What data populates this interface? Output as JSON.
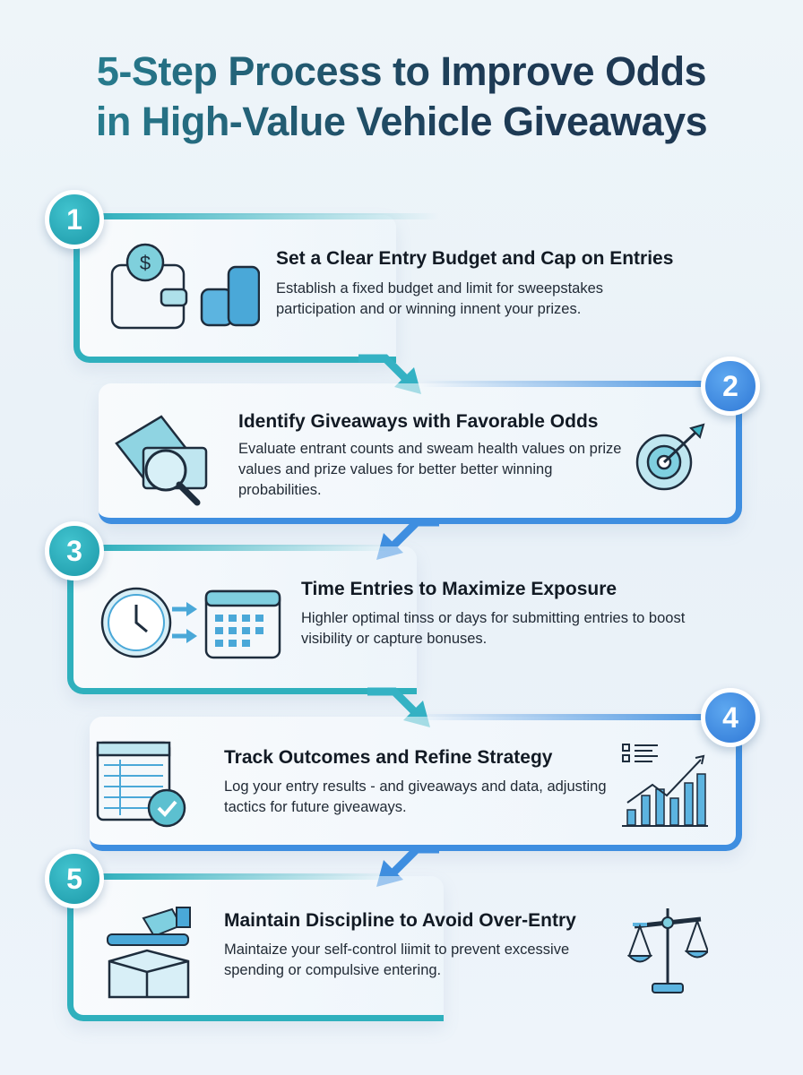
{
  "title": {
    "line1": "5-Step Process to Improve Odds",
    "line2": "in High-Value Vehicle Giveaways"
  },
  "steps": [
    {
      "number": "1",
      "title": "Set a Clear Entry Budget and Cap on Entries",
      "desc": "Establish a fixed budget and limit for sweepstakes participation and or winning innent your prizes.",
      "icon": "wallet-coins-icon",
      "color": "#2fb0bd"
    },
    {
      "number": "2",
      "title": "Identify Giveaways with Favorable Odds",
      "desc": "Evaluate entrant counts and sweam health values on prize values and prize values for better better winning probabilities.",
      "icon": "ticket-magnifier-target-icon",
      "color": "#3e8ee0"
    },
    {
      "number": "3",
      "title": "Time Entries to Maximize Exposure",
      "desc": "Highler optimal tinss or days for submitting entries to boost visibility or capture bonuses.",
      "icon": "clock-calendar-icon",
      "color": "#2fb0bd"
    },
    {
      "number": "4",
      "title": "Track Outcomes and Refine Strategy",
      "desc": "Log your entry results - and giveaways and data, adjusting tactics for future giveaways.",
      "icon": "spreadsheet-chart-icon",
      "color": "#3e8ee0"
    },
    {
      "number": "5",
      "title": "Maintain Discipline to Avoid Over-Entry",
      "desc": "Maintaize your self-control liimit to prevent excessive spending or compulsive entering.",
      "icon": "box-scale-icon",
      "color": "#2fb0bd"
    }
  ]
}
